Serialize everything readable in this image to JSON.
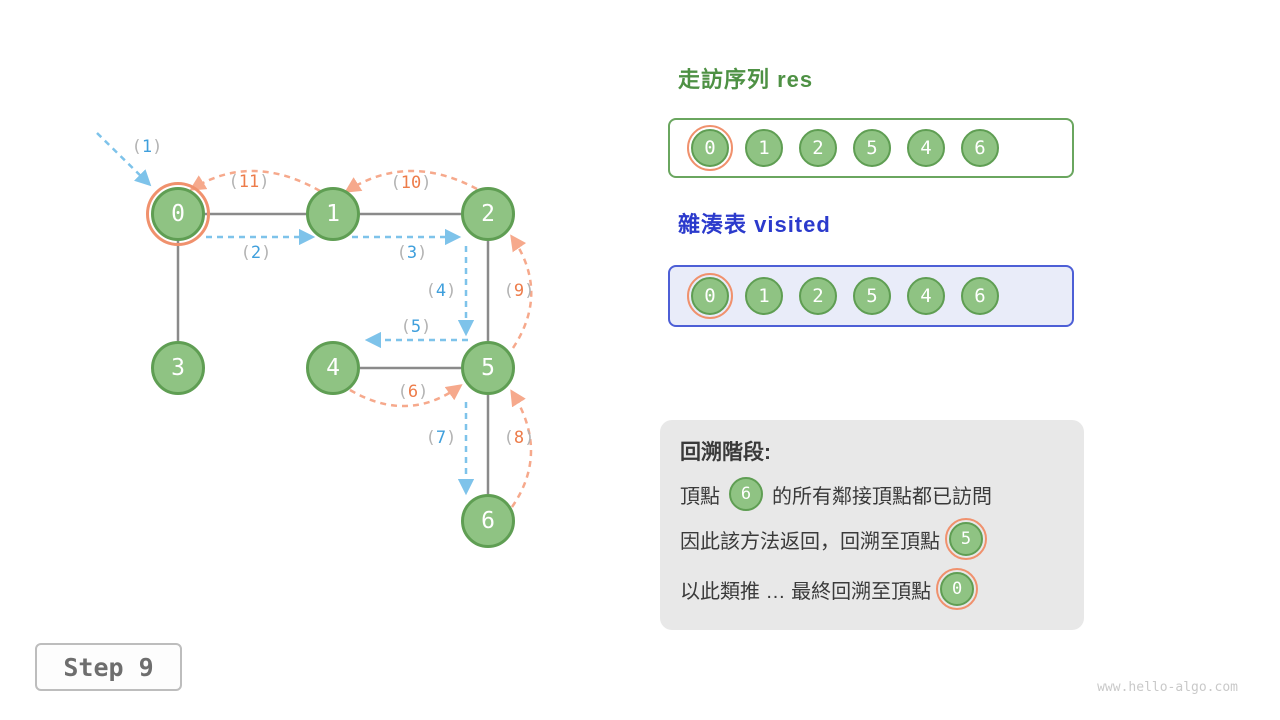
{
  "graph": {
    "nodes": [
      {
        "label": "0",
        "highlight": true
      },
      {
        "label": "1",
        "highlight": false
      },
      {
        "label": "2",
        "highlight": false
      },
      {
        "label": "3",
        "highlight": false
      },
      {
        "label": "4",
        "highlight": false
      },
      {
        "label": "5",
        "highlight": false
      },
      {
        "label": "6",
        "highlight": false
      }
    ],
    "steps": [
      {
        "num": "1",
        "type": "forward"
      },
      {
        "num": "2",
        "type": "forward"
      },
      {
        "num": "3",
        "type": "forward"
      },
      {
        "num": "4",
        "type": "forward"
      },
      {
        "num": "5",
        "type": "forward"
      },
      {
        "num": "6",
        "type": "backtrack"
      },
      {
        "num": "7",
        "type": "forward"
      },
      {
        "num": "8",
        "type": "backtrack"
      },
      {
        "num": "9",
        "type": "backtrack"
      },
      {
        "num": "10",
        "type": "backtrack"
      },
      {
        "num": "11",
        "type": "backtrack"
      }
    ],
    "colors": {
      "node_fill": "#8fc383",
      "node_border": "#5f9e53",
      "highlight_ring": "#f0916d",
      "edge": "#8a8a8a",
      "forward_arrow": "#7ec3ea",
      "backtrack_arrow": "#f6a98c",
      "forward_label": "#3f9fdc",
      "backtrack_label": "#ed7c4a"
    }
  },
  "res_panel": {
    "title": "走訪序列 res",
    "items": [
      "0",
      "1",
      "2",
      "5",
      "4",
      "6"
    ],
    "highlight_index": 0
  },
  "visited_panel": {
    "title": "雜湊表 visited",
    "items": [
      "0",
      "1",
      "2",
      "5",
      "4",
      "6"
    ],
    "highlight_index": 0
  },
  "note": {
    "title": "回溯階段:",
    "line1_pre": "頂點",
    "line1_node": "6",
    "line1_post": "的所有鄰接頂點都已訪問",
    "line2_pre": "因此該方法返回，回溯至頂點",
    "line2_node": "5",
    "line3_pre": "以此類推 … 最終回溯至頂點",
    "line3_node": "0"
  },
  "footer": {
    "step_label": "Step 9",
    "watermark": "www.hello-algo.com"
  }
}
